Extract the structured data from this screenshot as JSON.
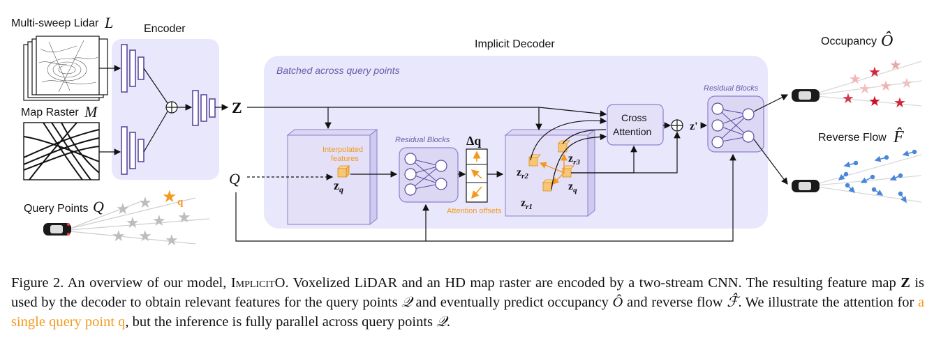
{
  "figure": {
    "inputs": {
      "lidar_label": "Multi-sweep Lidar",
      "lidar_sym": "L",
      "map_label": "Map Raster",
      "map_sym": "M",
      "query_label": "Query Points",
      "query_sym": "Q",
      "query_star_label": "q"
    },
    "encoder": {
      "title": "Encoder",
      "feature": "Z",
      "query": "Q"
    },
    "decoder": {
      "title": "Implicit Decoder",
      "subtitle": "Batched across query points",
      "interp_label_1": "Interpolated",
      "interp_label_2": "features",
      "zq": "z",
      "zq_sub": "q",
      "resblocks_label": "Residual Blocks",
      "delta_q": "Δq",
      "offsets_label": "Attention offsets",
      "zr1_sub": "r1",
      "zr2_sub": "r2",
      "zr3_sub": "r3",
      "cross_attn_1": "Cross",
      "cross_attn_2": "Attention",
      "z_prime": "z'",
      "resblocks2_label": "Residual Blocks"
    },
    "outputs": {
      "occupancy_label": "Occupancy",
      "occupancy_sym": "Ô",
      "flow_label": "Reverse Flow",
      "flow_sym": "F̂"
    },
    "colors": {
      "purple": "#5b4aa0",
      "panel": "#eceafb",
      "orange": "#f39a1e",
      "red": "#d4243b",
      "blue": "#4a86d8"
    }
  },
  "caption": {
    "prefix": "Figure 2.  An overview of our model,",
    "model_name": "ImplicitO",
    "part1": ". Voxelized LiDAR and an HD map raster are encoded by a two-stream CNN. The resulting feature map",
    "bold_Z": "Z",
    "part2": "is used by the decoder to obtain relevant features for the query points",
    "sym_Q1": "𝒬",
    "part3": "and eventually predict occupancy",
    "sym_O": "Ô",
    "part4": "and reverse flow",
    "sym_F": "ℱ̂",
    "part5": ". We illustrate the attention for",
    "highlight": "a single query point q",
    "part6": ", but the inference is fully parallel across query points",
    "sym_Q2": "𝒬",
    "part7": "."
  }
}
